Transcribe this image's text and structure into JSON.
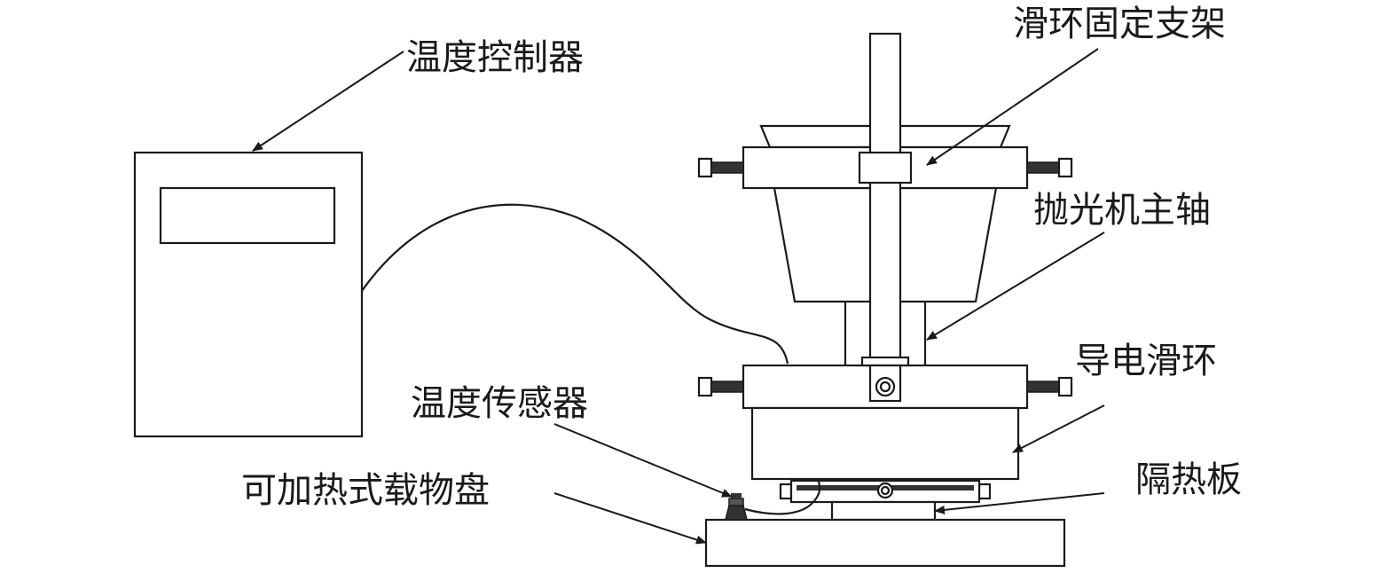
{
  "labels": {
    "temp_controller": "温度控制器",
    "slip_ring_bracket": "滑环固定支架",
    "polisher_spindle": "抛光机主轴",
    "conductive_slip_ring": "导电滑环",
    "temp_sensor": "温度传感器",
    "heated_stage": "可加热式载物盘",
    "insulation_board": "隔热板"
  },
  "colors": {
    "line": "#1a1a1a",
    "background": "#ffffff",
    "screw": "#333333"
  }
}
